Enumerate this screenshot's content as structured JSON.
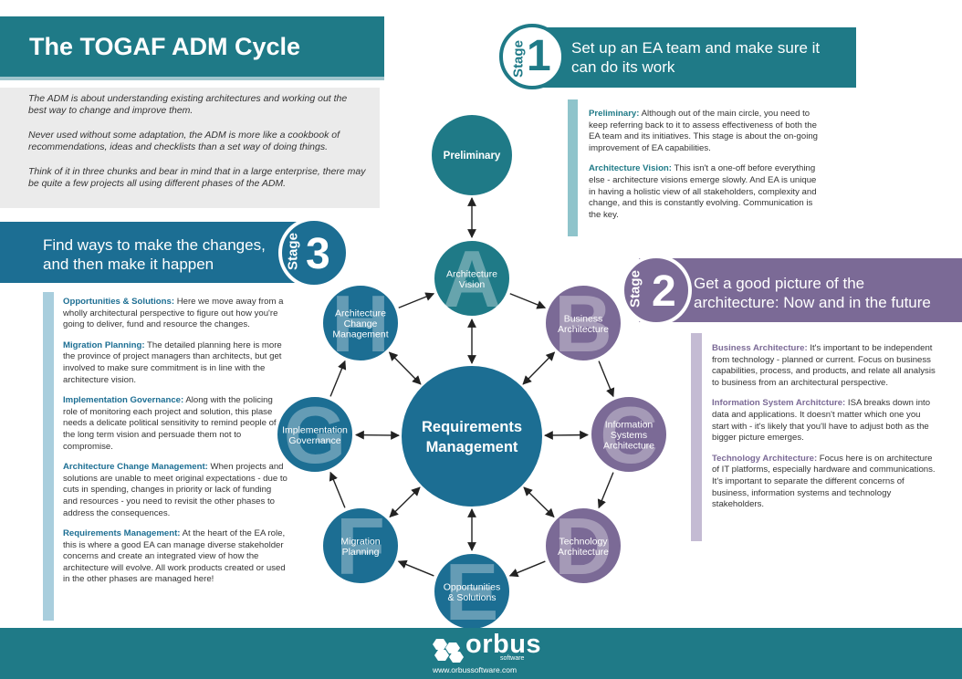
{
  "title": "The TOGAF ADM Cycle",
  "intro": [
    "The ADM is about understanding existing architectures and working out the best way to change and improve them.",
    "Never used without some adaptation, the ADM is more like a cookbook of recommendations, ideas and checklists than a set way of doing things.",
    "Think of it in three chunks and bear in mind that in a large enterprise, there may be quite a few projects all using different phases of the ADM."
  ],
  "stages": {
    "stage_word": "Stage",
    "s1": {
      "num": "1",
      "line1": "Set up an EA team and make sure it",
      "line2": "can do its work"
    },
    "s2": {
      "num": "2",
      "line1": "Get a good picture of the",
      "line2": "architecture: Now and in the future"
    },
    "s3": {
      "num": "3",
      "line1": "Find ways to make the changes,",
      "line2": "and then make it happen"
    }
  },
  "panel1": [
    {
      "head": "Preliminary:",
      "text": " Although out of the main circle, you need to keep referring back to it to assess effectiveness of both the EA team and its initiatives. This stage is about the on-going improvement of EA capabilities."
    },
    {
      "head": "Architecture Vision:",
      "text": " This isn't a one-off before everything else - architecture visions emerge slowly. And EA is unique in having a holistic view of all stakeholders, complexity and change, and this is constantly evolving. Communication is the key."
    }
  ],
  "panel2": [
    {
      "head": "Business Architecture:",
      "text": " It's important to be independent from technology - planned or current. Focus on business capabilities, process, and products, and relate all analysis to business from an architectural perspective."
    },
    {
      "head": "Information System Architcture:",
      "text": " ISA breaks down into data and applications. It doesn't matter which one you start with - it's likely that you'll have to adjust both as the bigger picture emerges."
    },
    {
      "head": "Technology Architecture:",
      "text": " Focus here is on architecture of IT platforms, especially hardware and communications. It's important to separate the different concerns of business, information systems and technology stakeholders."
    }
  ],
  "panel3": [
    {
      "head": "Opportunities & Solutions:",
      "text": " Here we move away from a wholly architectural perspective to figure out how you're going to deliver, fund and resource the changes."
    },
    {
      "head": "Migration Planning:",
      "text": " The detailed planning here is more the province of project managers than architects, but get involved to make sure commitment is in line with the architecture vision."
    },
    {
      "head": "Implementation Governance:",
      "text": " Along with the policing role of monitoring each project and solution, this plase needs a delicate political sensitivity to remind people of the long term vision and persuade them not to compromise."
    },
    {
      "head": "Architecture Change Management:",
      "text": " When projects and solutions are unable to meet original expectations - due to cuts in spending, changes in priority or lack of funding and resources - you need to revisit the other phases to address the consequences."
    },
    {
      "head": "Requirements Management:",
      "text": " At the heart of the EA role, this is where a good EA can manage diverse stakeholder concerns and create an integrated view of how the architecture will evolve. All work products created or used in the other phases are managed here!"
    }
  ],
  "diagram": {
    "center": [
      "Requirements",
      "Management"
    ],
    "preliminary": "Preliminary",
    "nodes": [
      {
        "letter": "A",
        "lines": [
          "Architecture",
          "Vision"
        ],
        "color": "#1f7a87"
      },
      {
        "letter": "B",
        "lines": [
          "Business",
          "Architecture"
        ],
        "color": "#7b6a96"
      },
      {
        "letter": "C",
        "lines": [
          "Information",
          "Systems",
          "Architecture"
        ],
        "color": "#7b6a96"
      },
      {
        "letter": "D",
        "lines": [
          "Technology",
          "Architecture"
        ],
        "color": "#7b6a96"
      },
      {
        "letter": "E",
        "lines": [
          "Opportunities",
          "& Solutions"
        ],
        "color": "#1c6e93"
      },
      {
        "letter": "F",
        "lines": [
          "Migration",
          "Planning"
        ],
        "color": "#1c6e93"
      },
      {
        "letter": "G",
        "lines": [
          "Implementation",
          "Governance"
        ],
        "color": "#1c6e93"
      },
      {
        "letter": "H",
        "lines": [
          "Architecture",
          "Change",
          "Management"
        ],
        "color": "#1c6e93"
      }
    ]
  },
  "footer": {
    "brand": "orbus",
    "sub": "software",
    "url": "www.orbussoftware.com"
  }
}
